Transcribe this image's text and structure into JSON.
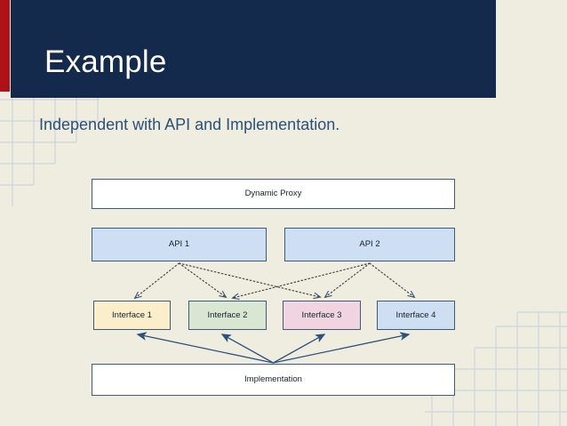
{
  "slide": {
    "title": "Example",
    "subtitle": "Independent with API and Implementation.",
    "colors": {
      "background": "#efece0",
      "banner": "#132a4c",
      "accent_bar": "#b01116",
      "title_text": "#ffffff",
      "subtitle_text": "#2c5177",
      "node_border": "#3d5a7a",
      "edge": "#2e5278"
    }
  },
  "diagram": {
    "nodes": [
      {
        "id": "proxy",
        "label": "Dynamic Proxy",
        "fill": "#ffffff"
      },
      {
        "id": "api1",
        "label": "API 1",
        "fill": "#cfdff3"
      },
      {
        "id": "api2",
        "label": "API 2",
        "fill": "#cfdff3"
      },
      {
        "id": "iface1",
        "label": "Interface 1",
        "fill": "#fbeecb"
      },
      {
        "id": "iface2",
        "label": "Interface 2",
        "fill": "#d9e7d2"
      },
      {
        "id": "iface3",
        "label": "Interface 3",
        "fill": "#f0d5e0"
      },
      {
        "id": "iface4",
        "label": "Interface 4",
        "fill": "#cfdff3"
      },
      {
        "id": "impl",
        "label": "Implementation",
        "fill": "#ffffff"
      }
    ],
    "edges": [
      {
        "from": "api1",
        "to": "iface1",
        "style": "dotted"
      },
      {
        "from": "api1",
        "to": "iface2",
        "style": "dotted"
      },
      {
        "from": "api1",
        "to": "iface3",
        "style": "dotted"
      },
      {
        "from": "api2",
        "to": "iface2",
        "style": "dotted"
      },
      {
        "from": "api2",
        "to": "iface3",
        "style": "dotted"
      },
      {
        "from": "api2",
        "to": "iface4",
        "style": "dotted"
      },
      {
        "from": "impl",
        "to": "iface1",
        "style": "solid"
      },
      {
        "from": "impl",
        "to": "iface2",
        "style": "solid"
      },
      {
        "from": "impl",
        "to": "iface3",
        "style": "solid"
      },
      {
        "from": "impl",
        "to": "iface4",
        "style": "solid"
      }
    ]
  }
}
